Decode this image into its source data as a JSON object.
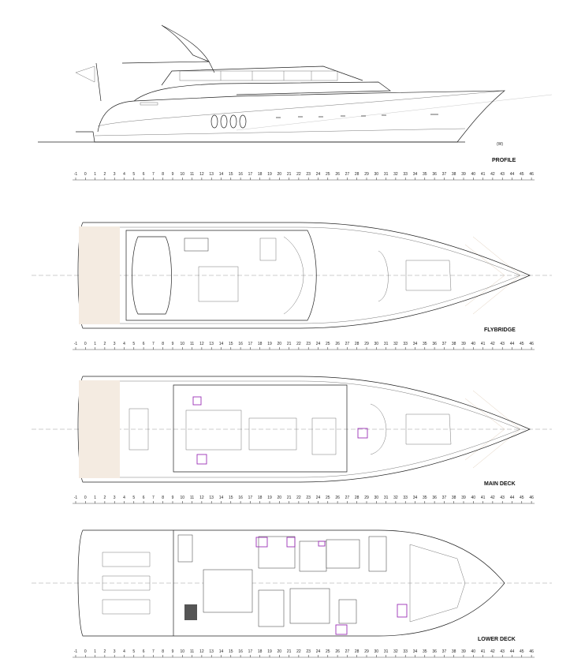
{
  "views": [
    {
      "id": "profile",
      "label": "PROFILE"
    },
    {
      "id": "flybridge",
      "label": "FLYBRIDGE"
    },
    {
      "id": "main-deck",
      "label": "MAIN DECK"
    },
    {
      "id": "lower-deck",
      "label": "LOWER DECK"
    }
  ],
  "profile_marker": "(W)",
  "frame_numbers": [
    "-1",
    "0",
    "1",
    "2",
    "3",
    "4",
    "5",
    "6",
    "7",
    "8",
    "9",
    "10",
    "11",
    "12",
    "13",
    "14",
    "15",
    "16",
    "17",
    "18",
    "19",
    "20",
    "21",
    "22",
    "23",
    "24",
    "25",
    "26",
    "27",
    "28",
    "29",
    "30",
    "31",
    "32",
    "33",
    "34",
    "35",
    "36",
    "37",
    "38",
    "39",
    "40",
    "41",
    "42",
    "43",
    "44",
    "45",
    "46"
  ],
  "colors": {
    "line": "#222222",
    "teak": "#d7c0a8",
    "highlight": "#9b30b5",
    "centerline": "#999999"
  }
}
